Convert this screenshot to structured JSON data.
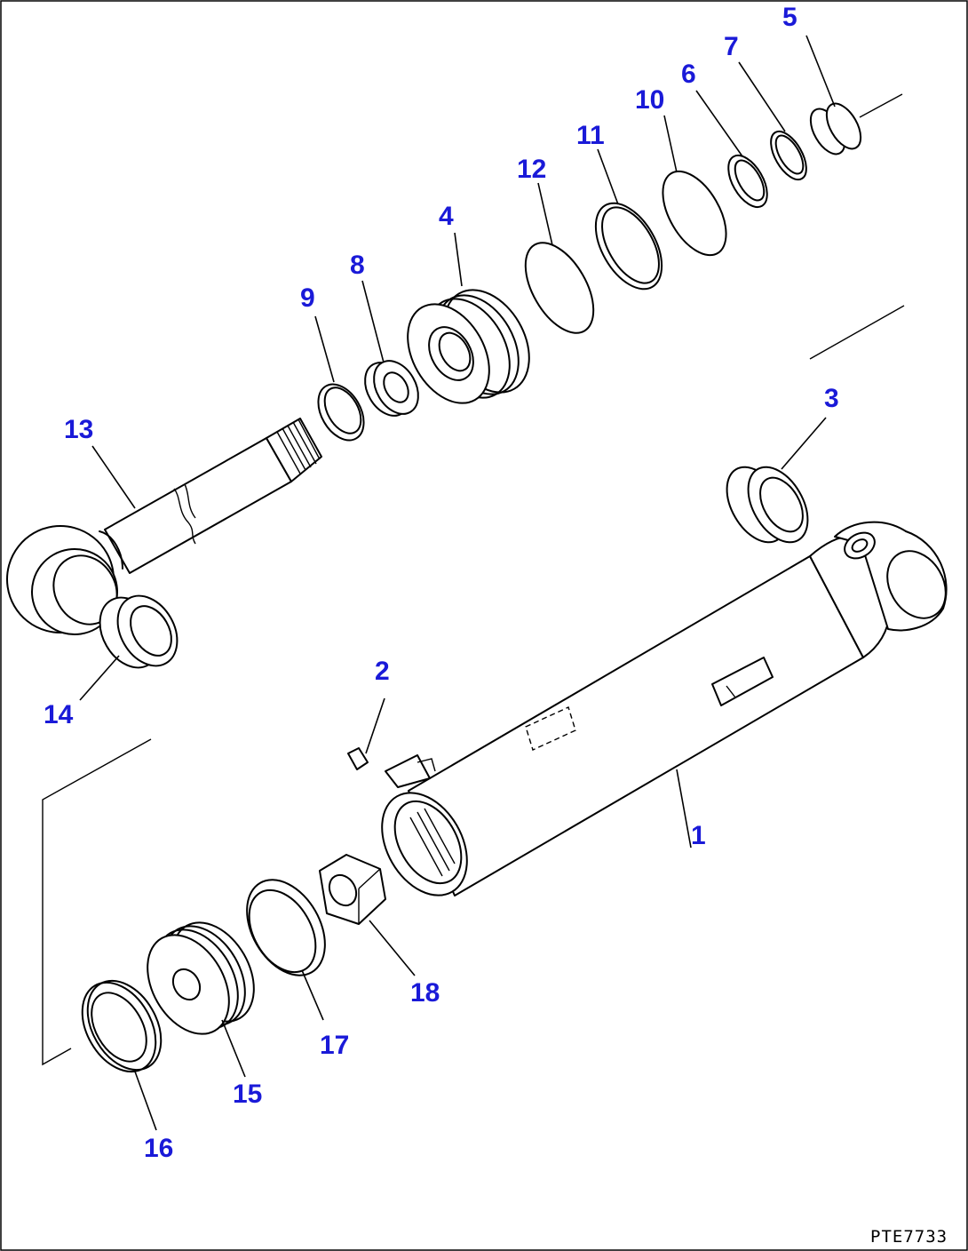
{
  "drawing": {
    "code": "PTE7733",
    "accent_color": "#1a1ad8"
  },
  "callouts": {
    "c1": "1",
    "c2": "2",
    "c3": "3",
    "c4": "4",
    "c5": "5",
    "c6": "6",
    "c7": "7",
    "c8": "8",
    "c9": "9",
    "c10": "10",
    "c11": "11",
    "c12": "12",
    "c13": "13",
    "c14": "14",
    "c15": "15",
    "c16": "16",
    "c17": "17",
    "c18": "18"
  }
}
